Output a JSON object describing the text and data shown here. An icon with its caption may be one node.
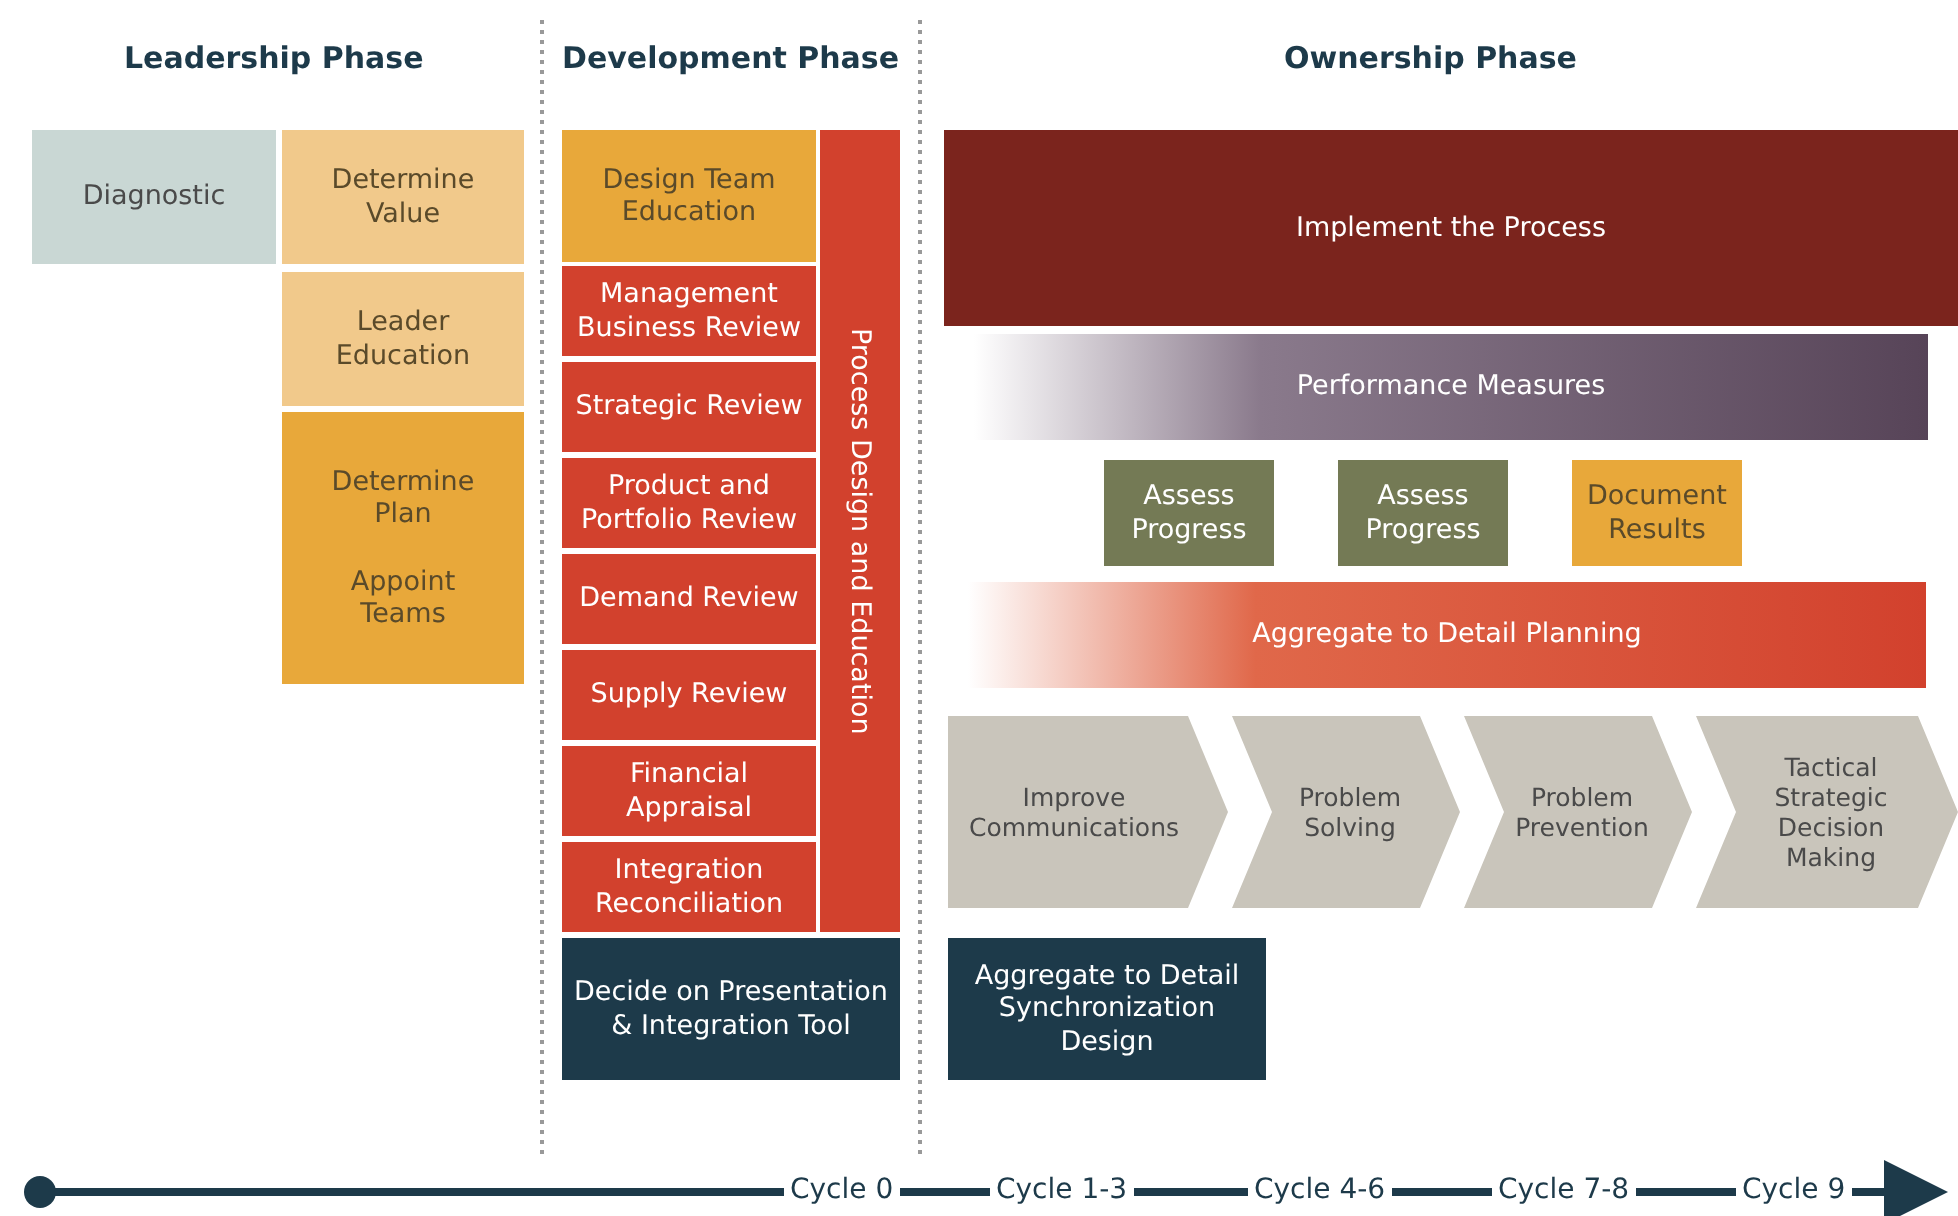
{
  "diagram": {
    "nodes": [
      {
        "text": [
          "Diagnostic"
        ]
      },
      {
        "text": [
          "Determine Value"
        ]
      },
      {
        "text": [
          "Leader Education"
        ]
      },
      {
        "text": [
          "Determine Plan",
          "Appoint Teams"
        ]
      },
      {
        "text": [
          "Design Team Education"
        ]
      },
      {
        "text": [
          "Management Business Review"
        ]
      },
      {
        "text": [
          "Strategic Review"
        ]
      },
      {
        "text": [
          "Product and Portfolio Review"
        ]
      },
      {
        "text": [
          "Demand Review"
        ]
      },
      {
        "text": [
          "Supply Review"
        ]
      },
      {
        "text": [
          "Financial Appraisal"
        ]
      },
      {
        "text": [
          "Integration Reconciliation"
        ]
      },
      {
        "text": [
          "Process Design and Education"
        ]
      },
      {
        "text": [
          "Decide on Presentation & Integration Tool"
        ]
      },
      {
        "text": [
          "Implement the Process"
        ]
      },
      {
        "text": [
          "Performance Measures"
        ]
      },
      {
        "text": [
          "Assess Progress"
        ]
      },
      {
        "text": [
          "Assess Progress"
        ]
      },
      {
        "text": [
          "Document Results"
        ]
      },
      {
        "text": [
          "Aggregate to Detail Planning"
        ]
      },
      {
        "text": [
          "Improve Communications"
        ]
      },
      {
        "text": [
          "Problem Solving"
        ]
      },
      {
        "text": [
          "Problem Prevention"
        ]
      },
      {
        "text": [
          "Tactical Strategic Decision Making"
        ]
      },
      {
        "text": [
          "Aggregate to Detail Synchronization Design"
        ]
      }
    ],
    "labels": [
      "Leadership Phase",
      "Development Phase",
      "Ownership Phase",
      "Cycle 0",
      "Cycle 1-3",
      "Cycle 4-6",
      "Cycle 7-8",
      "Cycle 9"
    ]
  }
}
